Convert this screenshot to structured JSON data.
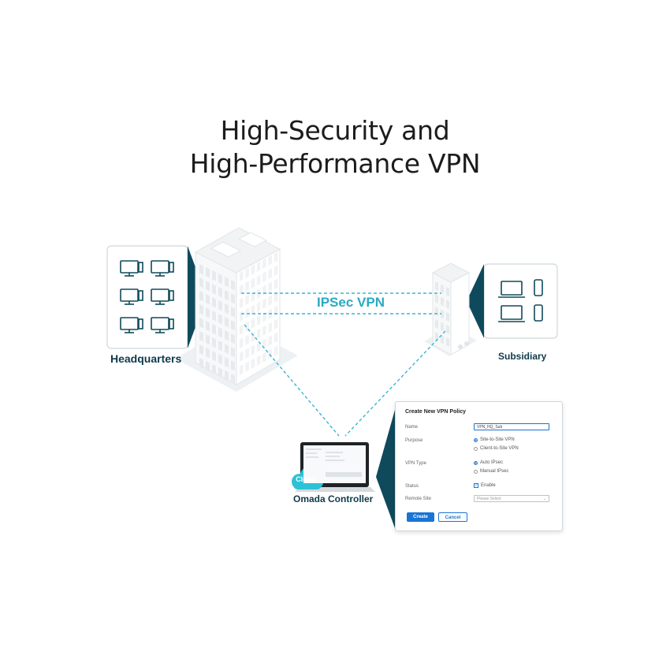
{
  "title": {
    "line1": "High-Security and",
    "line2": "High-Performance VPN"
  },
  "labels": {
    "headquarters": "Headquarters",
    "subsidiary": "Subsidiary",
    "omada_controller": "Omada Controller",
    "cloud": "Cloud",
    "ipsec_vpn": "IPSec VPN"
  },
  "colors": {
    "accent": "#2aa9c4",
    "dark_teal": "#0f4a5c",
    "button_blue": "#1a74d4"
  },
  "vpn_policy_panel": {
    "title": "Create New VPN Policy",
    "name_label": "Name",
    "name_value": "VPN_HQ_Sub",
    "purpose_label": "Purpose",
    "purpose_options": [
      {
        "label": "Site-to-Site VPN",
        "selected": true
      },
      {
        "label": "Client-to-Site VPN",
        "selected": false
      }
    ],
    "vpn_type_label": "VPN Type",
    "vpn_type_options": [
      {
        "label": "Auto IPsec",
        "selected": true
      },
      {
        "label": "Manual IPsec",
        "selected": false
      }
    ],
    "status_label": "Status",
    "status_option": "Enable",
    "remote_site_label": "Remote Site",
    "remote_site_placeholder": "Please Select",
    "create_button": "Create",
    "cancel_button": "Cancel"
  }
}
